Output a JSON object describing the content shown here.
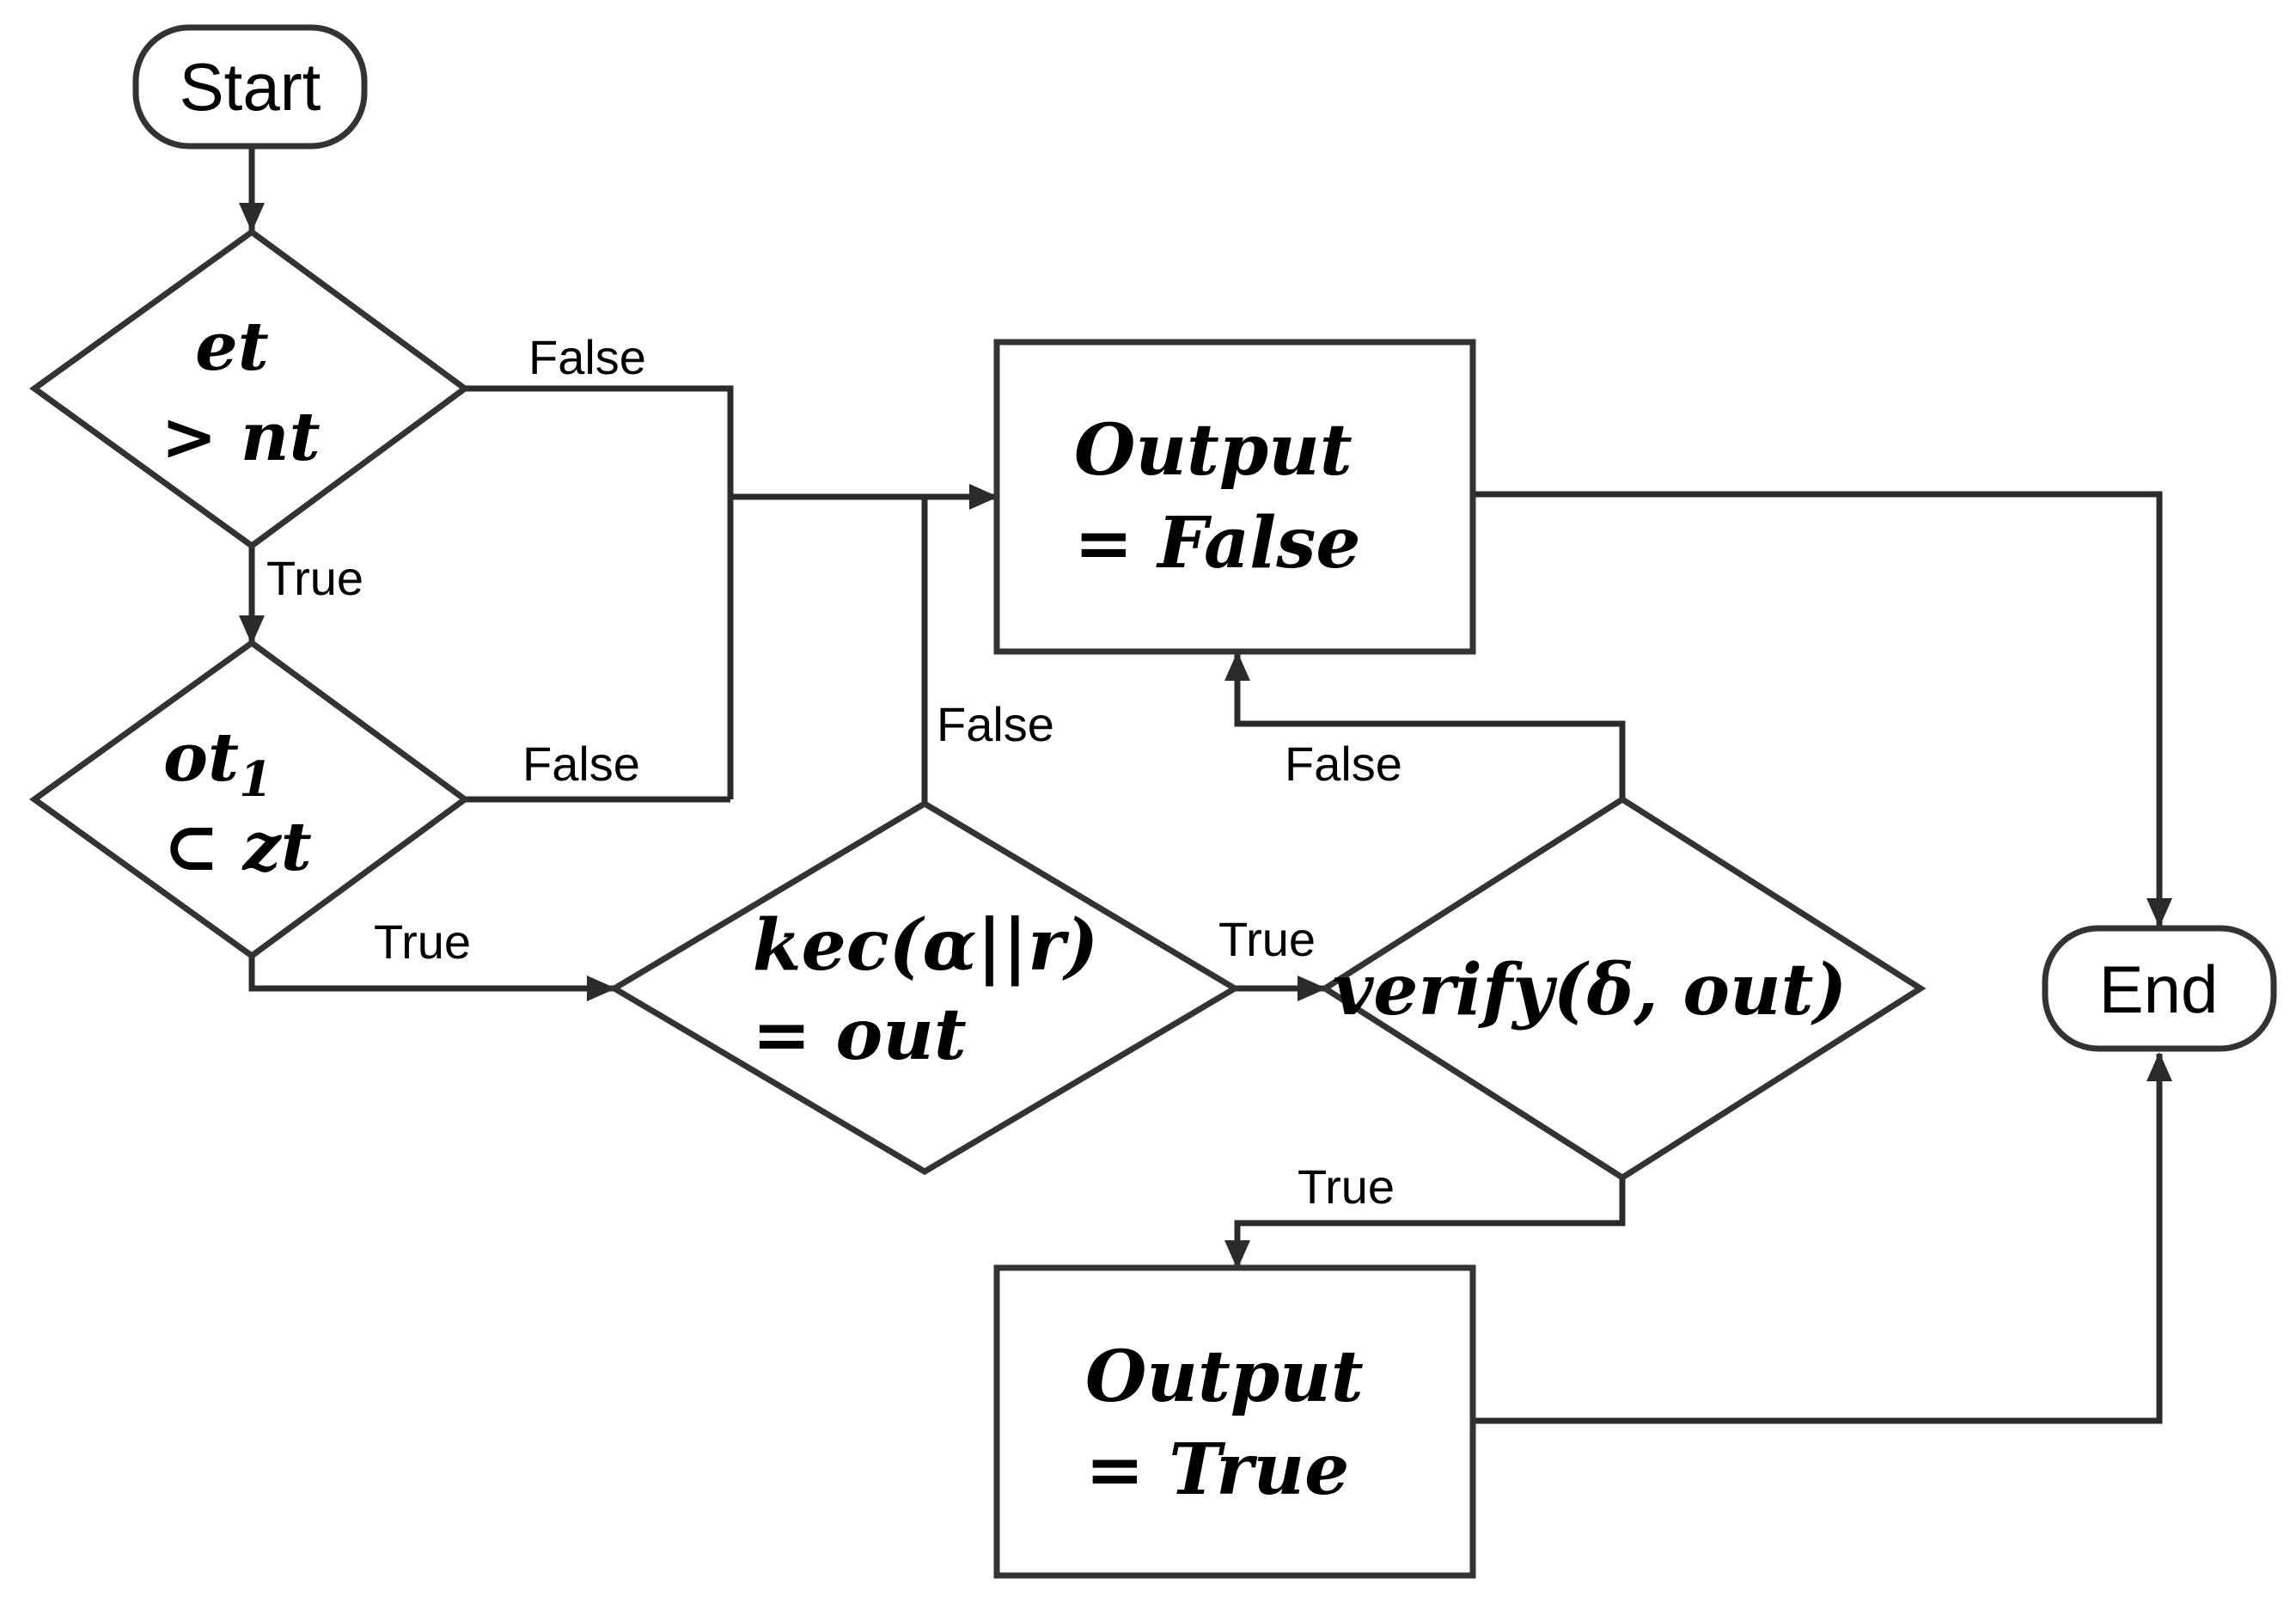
{
  "nodes": {
    "start": {
      "label": "Start"
    },
    "end": {
      "label": "End"
    },
    "decision_et": {
      "line1": "et",
      "line2": "> nt"
    },
    "decision_ot": {
      "line1": "ot",
      "line1_sub": "1",
      "line2": "⊂ zt"
    },
    "decision_kec": {
      "line1": "kec(α||r)",
      "line2": "= out"
    },
    "decision_verify": {
      "line1": "verify(δ, out)"
    },
    "output_false": {
      "line1": "Output",
      "line2": "= False"
    },
    "output_true": {
      "line1": "Output",
      "line2": "= True"
    }
  },
  "edges": {
    "et_false": "False",
    "et_true": "True",
    "ot_false": "False",
    "ot_true": "True",
    "kec_false": "False",
    "kec_true": "True",
    "verify_false": "False",
    "verify_true": "True"
  }
}
